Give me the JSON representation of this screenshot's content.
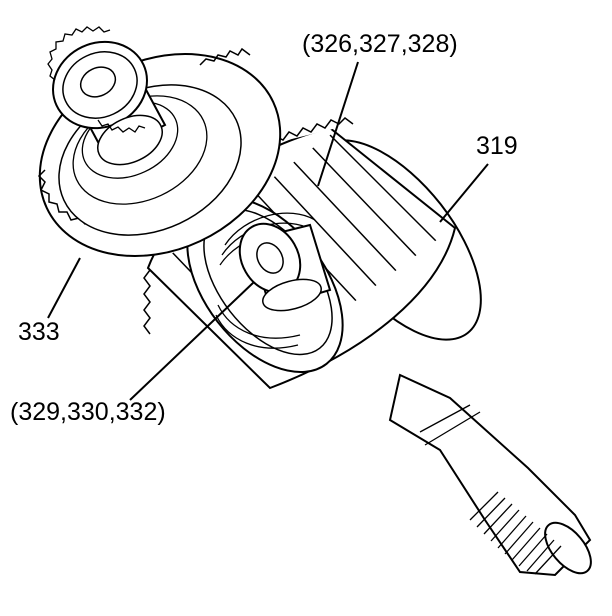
{
  "labels": {
    "part_326_327_328": "(326,327,328)",
    "part_319": "319",
    "part_333": "333",
    "part_329_330_332": "(329,330,332)"
  },
  "colors": {
    "ink": "#000000",
    "paper": "#ffffff"
  }
}
